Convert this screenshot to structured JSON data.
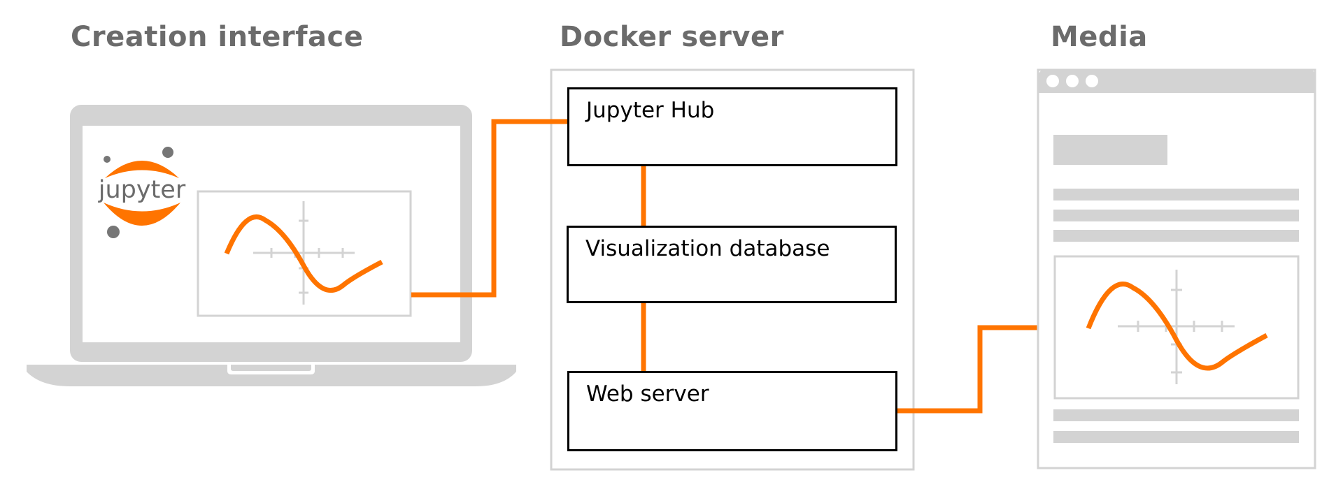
{
  "headings": {
    "creation": "Creation interface",
    "docker": "Docker server",
    "media": "Media"
  },
  "docker_components": {
    "jupyter_hub": "Jupyter Hub",
    "viz_db": "Visualization database",
    "web_server": "Web server"
  },
  "logo": {
    "text": "jupyter"
  },
  "colors": {
    "accent": "#ff7400",
    "device_gray": "#d3d3d3",
    "heading_gray": "#6b6b6b",
    "box_border": "#000000"
  }
}
